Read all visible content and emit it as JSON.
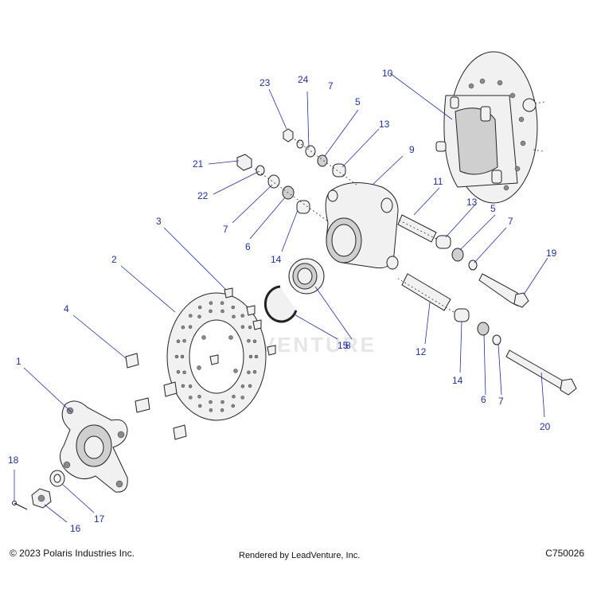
{
  "callouts": [
    {
      "num": "1"
    },
    {
      "num": "2"
    },
    {
      "num": "3"
    },
    {
      "num": "4"
    },
    {
      "num": "5"
    },
    {
      "num": "5"
    },
    {
      "num": "6"
    },
    {
      "num": "6"
    },
    {
      "num": "7"
    },
    {
      "num": "7"
    },
    {
      "num": "7"
    },
    {
      "num": "7"
    },
    {
      "num": "8"
    },
    {
      "num": "9"
    },
    {
      "num": "10"
    },
    {
      "num": "11"
    },
    {
      "num": "12"
    },
    {
      "num": "13"
    },
    {
      "num": "13"
    },
    {
      "num": "14"
    },
    {
      "num": "14"
    },
    {
      "num": "15"
    },
    {
      "num": "16"
    },
    {
      "num": "17"
    },
    {
      "num": "18"
    },
    {
      "num": "19"
    },
    {
      "num": "20"
    },
    {
      "num": "21"
    },
    {
      "num": "22"
    },
    {
      "num": "23"
    },
    {
      "num": "24"
    }
  ],
  "watermark": "LEADVENTURE",
  "footer": {
    "copyright": "© 2023 Polaris Industries Inc.",
    "rendered_by": "Rendered by LeadVenture, Inc.",
    "drawing_id": "C750026"
  },
  "colors": {
    "callout": "#1f2fa8",
    "line": "#222222"
  }
}
